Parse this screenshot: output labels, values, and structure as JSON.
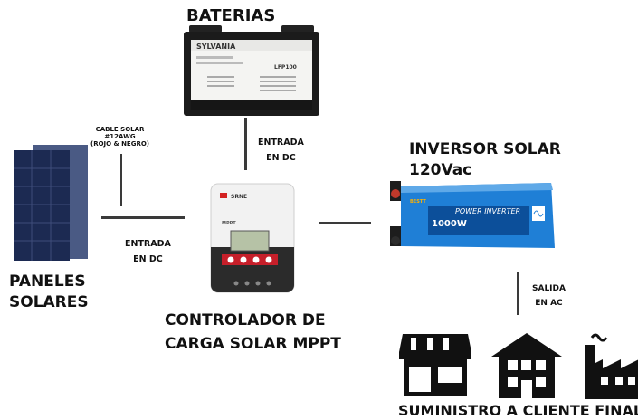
{
  "labels": {
    "baterias": "BATERIAS",
    "paneles_line1": "PANELES",
    "paneles_line2": "SOLARES",
    "cable_line1": "CABLE SOLAR",
    "cable_line2": "#12AWG",
    "cable_line3": "(ROJO & NEGRO)",
    "entrada_dc_top_line1": "ENTRADA",
    "entrada_dc_top_line2": "EN DC",
    "entrada_dc_bottom_line1": "ENTRADA",
    "entrada_dc_bottom_line2": "EN DC",
    "inversor_line1": "INVERSOR SOLAR",
    "inversor_line2": "120Vac",
    "controlador_line1": "CONTROLADOR DE",
    "controlador_line2": "CARGA SOLAR MPPT",
    "salida_line1": "SALIDA",
    "salida_line2": "EN AC",
    "suministro": "SUMINISTRO A CLIENTE FINAL"
  },
  "device_text": {
    "battery_brand": "SYLVANIA",
    "battery_model": "LFP100",
    "controller_brand": "SRNE",
    "controller_mppt": "MPPT",
    "inverter_title": "POWER INVERTER",
    "inverter_watts": "1000W",
    "inverter_brand": "BESTT"
  },
  "icons": [
    "solar-panel-icon",
    "battery-icon",
    "charge-controller-icon",
    "inverter-icon",
    "store-icon",
    "house-icon",
    "factory-icon"
  ],
  "colors": {
    "inverter_blue": "#1f7fd6",
    "panel_blue": "#1c2a52",
    "controller_dark": "#2b2b2b",
    "battery_dark": "#1b1b1b"
  }
}
